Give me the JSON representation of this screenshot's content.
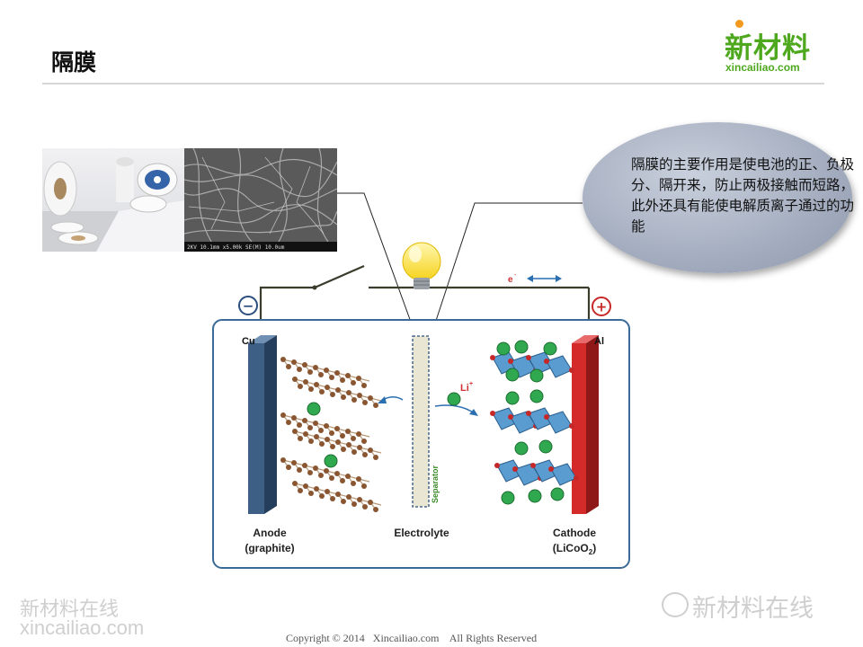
{
  "slide": {
    "title": "隔膜",
    "logo_cn": "新材料",
    "logo_en": "xincailiao.com"
  },
  "callout": {
    "text": "隔膜的主要作用是使电池的正、负极分、隔开来，防止两极接触而短路，此外还具有能使电解质离子通过的功能"
  },
  "diagram": {
    "electron_label": "e",
    "electron_sup": "-",
    "minus_sign": "−",
    "plus_sign": "+",
    "cu_label": "Cu",
    "al_label": "Al",
    "li_label": "Li",
    "li_sup": "+",
    "separator_label": "Separator",
    "anode_label": "Anode",
    "anode_sub": "(graphite)",
    "electrolyte_label": "Electrolyte",
    "cathode_label": "Cathode",
    "cathode_sub_prefix": "(LiCoO",
    "cathode_sub_index": "2",
    "cathode_sub_suffix": ")",
    "sem_scalebar": "2KV  10.1mm  x5.00k  SE(M)  10.0um"
  },
  "footer": {
    "copyright": "Copyright © 2014   Xincailiao.com    All Rights Reserved",
    "watermark_left_cn": "新材料在线",
    "watermark_left_en": "xincailiao.com",
    "watermark_right": "新材料在线"
  },
  "colors": {
    "logo_green": "#4ea81e",
    "anode_blue": "#3d5f86",
    "cathode_red": "#d42a2a",
    "separator": "#e9e6d3",
    "li_ion": "#2fa84f",
    "arrow_blue": "#2a6fb0",
    "electron_red": "#d03030"
  }
}
